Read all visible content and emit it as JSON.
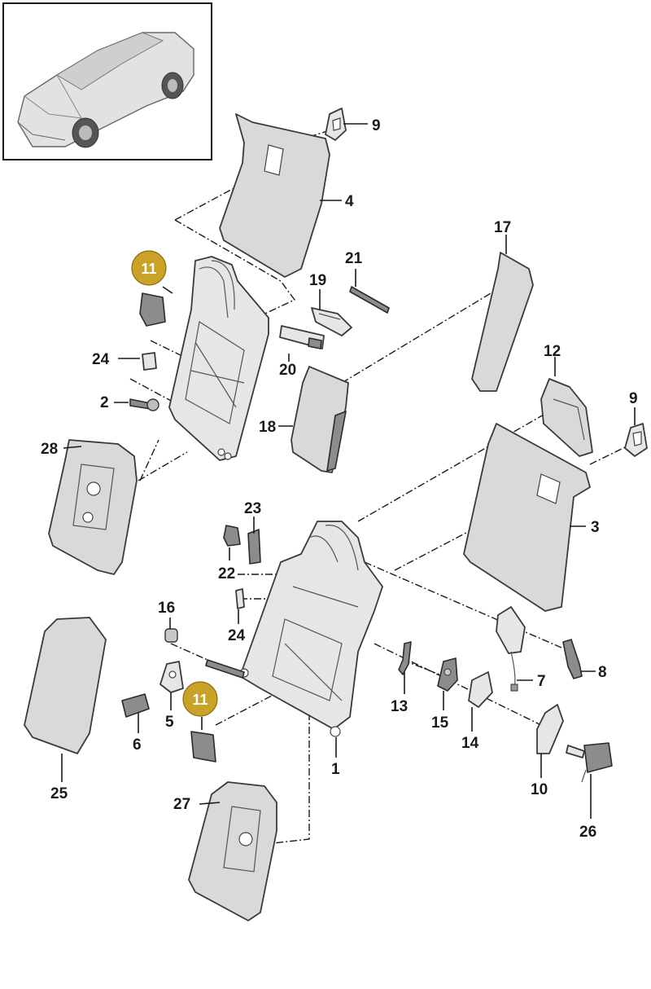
{
  "thumbnail": {
    "icon": "car-icon"
  },
  "badge": {
    "color": "#c9a227",
    "text_color": "#ffffff"
  },
  "labels": {
    "p1": "1",
    "p2": "2",
    "p3": "3",
    "p4": "4",
    "p5": "5",
    "p6": "6",
    "p7": "7",
    "p8": "8",
    "p9a": "9",
    "p9b": "9",
    "p10": "10",
    "p11a": "11",
    "p11b": "11",
    "p12": "12",
    "p13": "13",
    "p14": "14",
    "p15": "15",
    "p16": "16",
    "p17": "17",
    "p18": "18",
    "p19": "19",
    "p20": "20",
    "p21": "21",
    "p22": "22",
    "p23": "23",
    "p24a": "24",
    "p24b": "24",
    "p25": "25",
    "p26": "26",
    "p27": "27",
    "p28": "28"
  }
}
